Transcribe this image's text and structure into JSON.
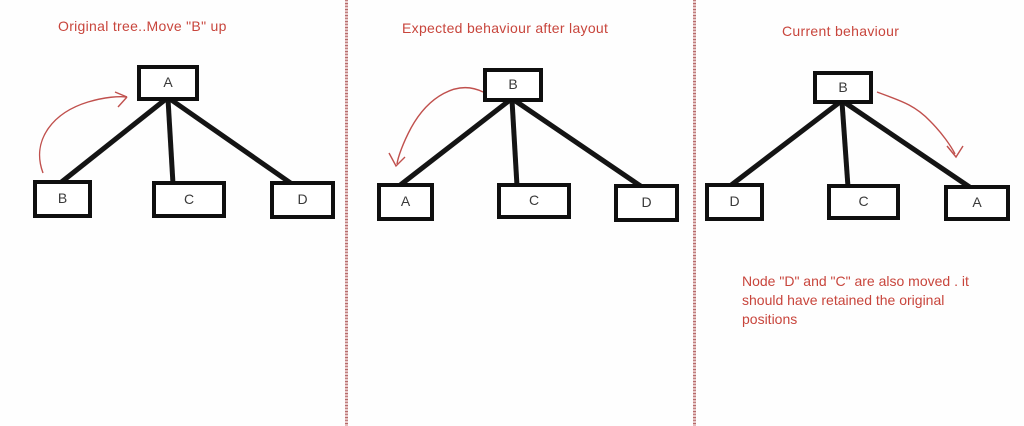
{
  "colors": {
    "title_red": "#c8453c",
    "arrow_red": "#c0504d",
    "node_border": "#0f0f0f",
    "divider_pink": "#c98383",
    "background": "#fefefe"
  },
  "panels": [
    {
      "title": "Original tree..Move \"B\" up",
      "tree": {
        "root": "A",
        "children": [
          "B",
          "C",
          "D"
        ]
      }
    },
    {
      "title": "Expected behaviour after layout",
      "tree": {
        "root": "B",
        "children": [
          "A",
          "C",
          "D"
        ]
      }
    },
    {
      "title": "Current behaviour",
      "tree": {
        "root": "B",
        "children": [
          "D",
          "C",
          "A"
        ]
      },
      "annotation": "Node \"D\" and \"C\" are also moved . it should have retained the original positions"
    }
  ]
}
